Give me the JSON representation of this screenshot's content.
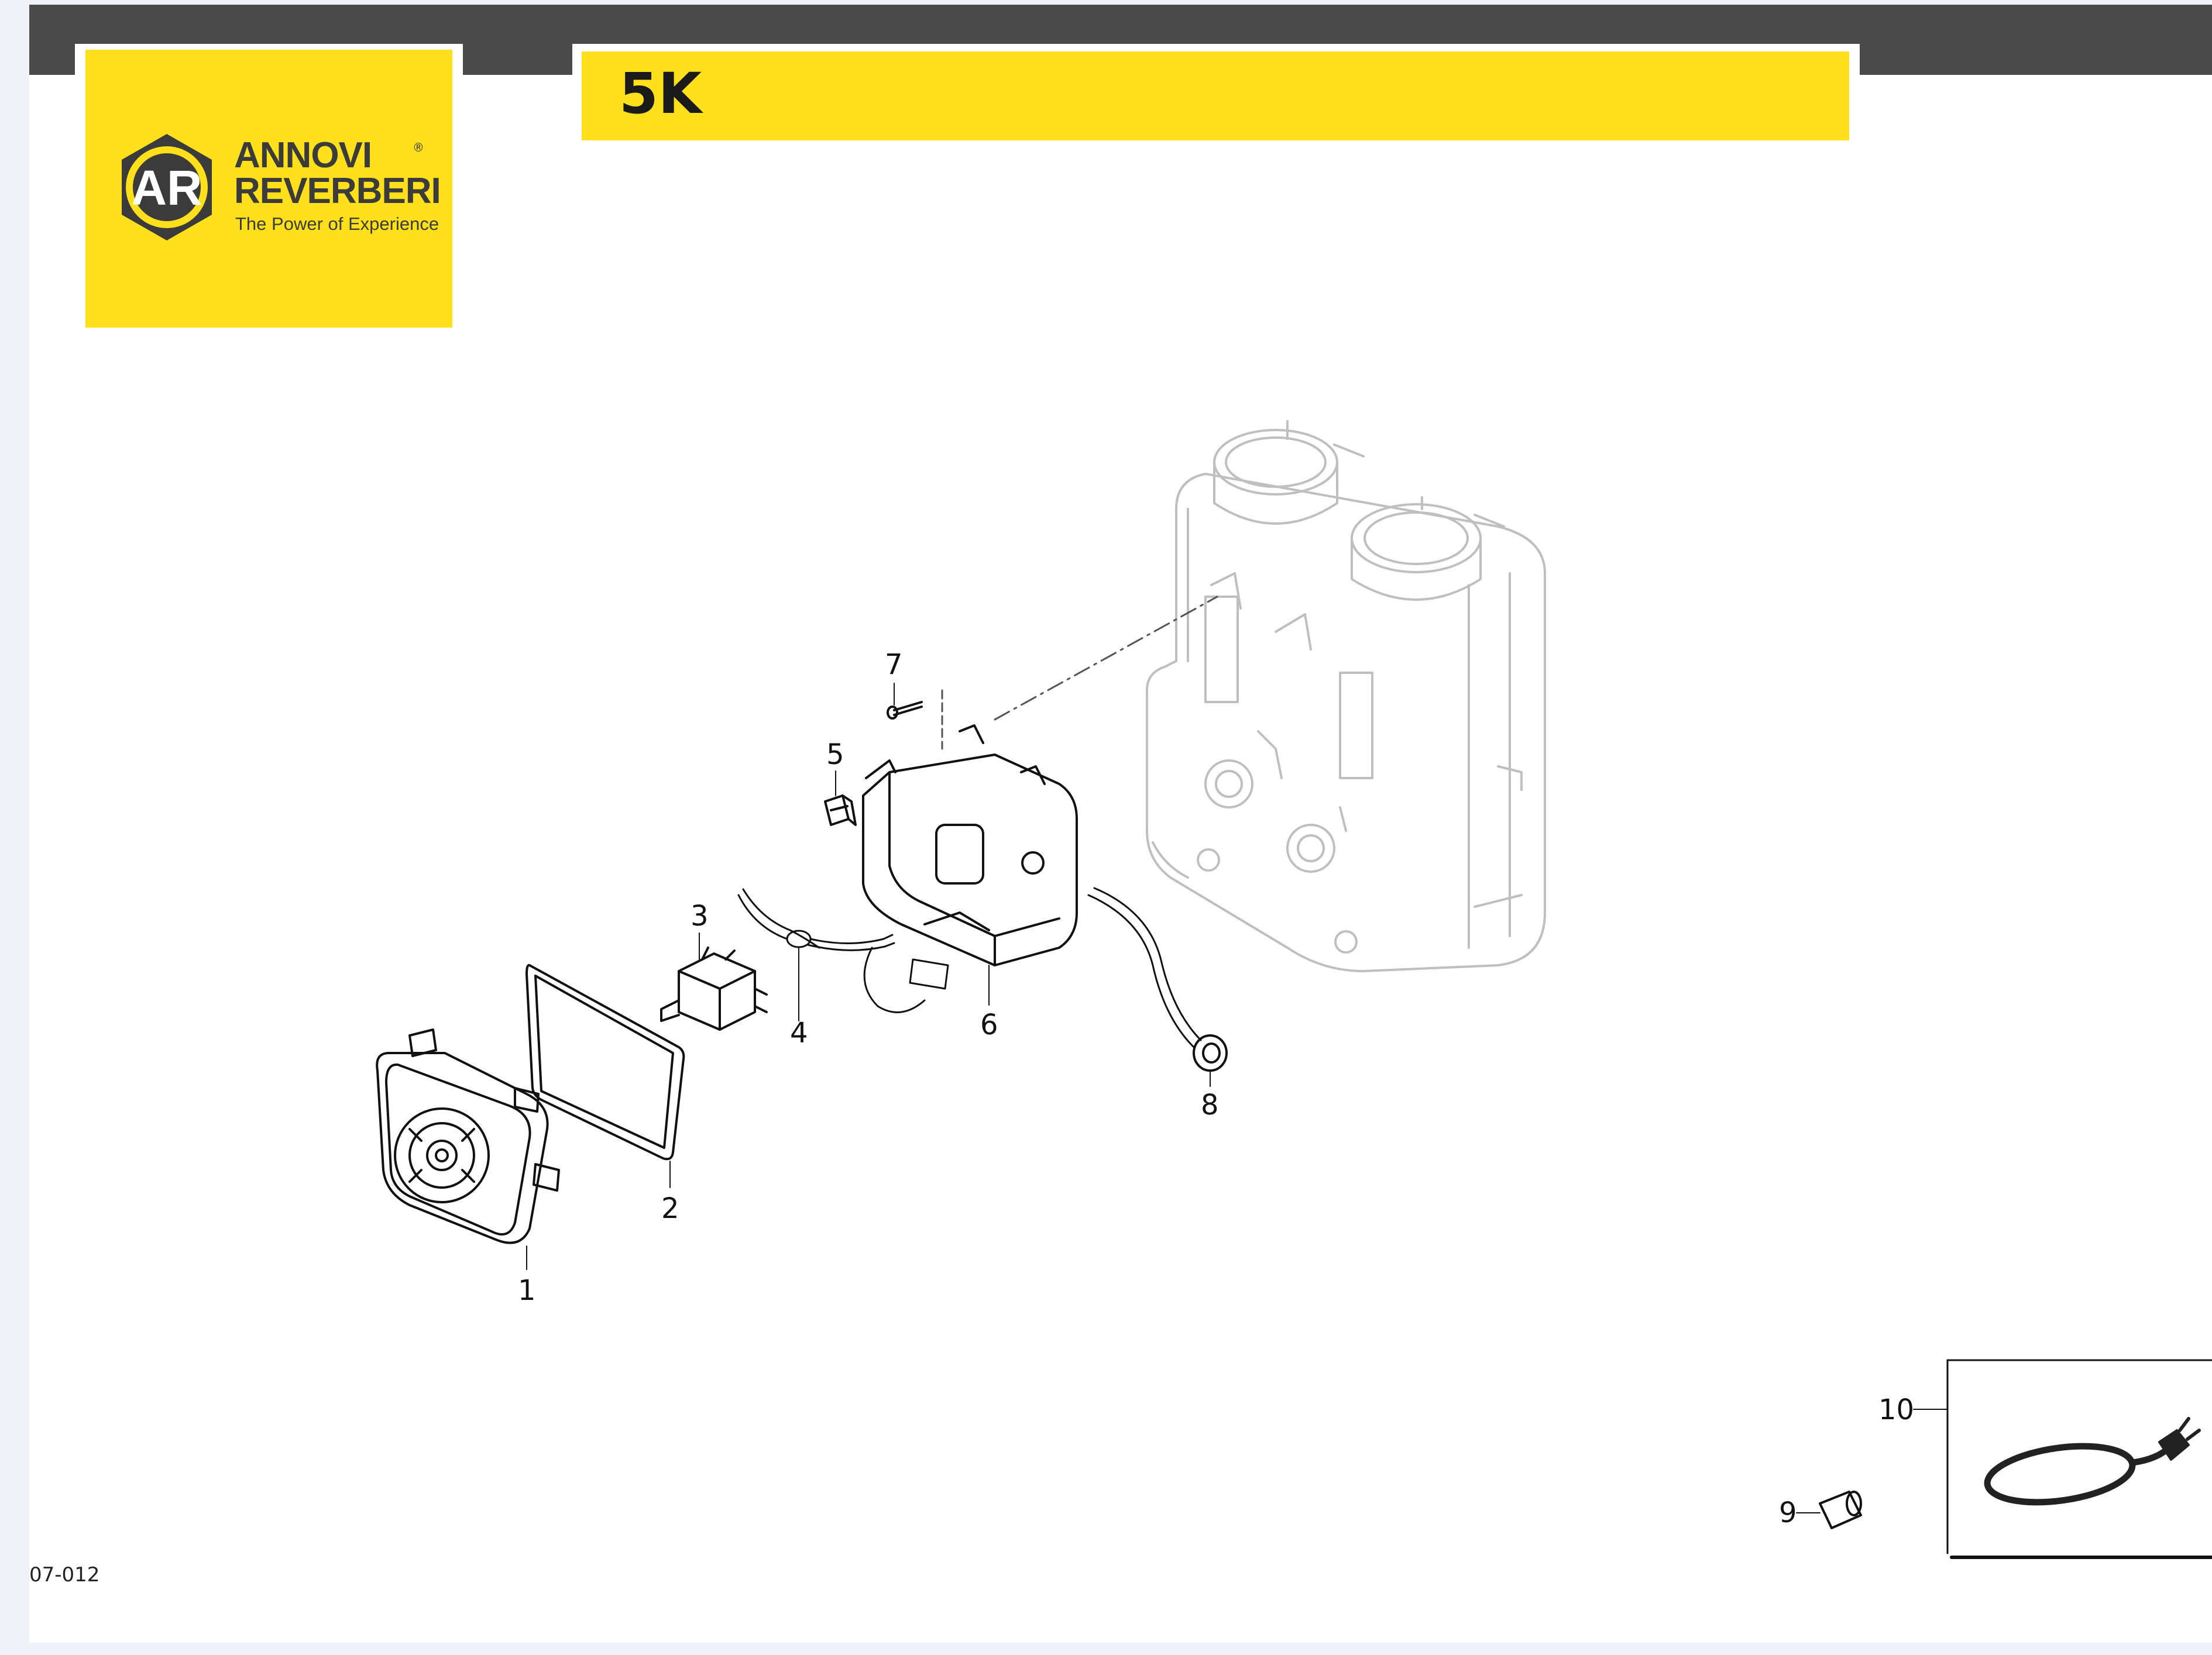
{
  "header": {
    "brand_line1": "ANNOVI",
    "brand_line2": "REVERBERI",
    "brand_tagline": "The Power of Experience",
    "brand_registered": "®",
    "logo_letters": "AR",
    "model_title": "5K"
  },
  "callouts": [
    {
      "id": "c1",
      "label": "1"
    },
    {
      "id": "c2",
      "label": "2"
    },
    {
      "id": "c3",
      "label": "3"
    },
    {
      "id": "c4",
      "label": "4"
    },
    {
      "id": "c5",
      "label": "5"
    },
    {
      "id": "c6",
      "label": "6"
    },
    {
      "id": "c7",
      "label": "7"
    },
    {
      "id": "c8",
      "label": "8"
    },
    {
      "id": "c9",
      "label": "9"
    },
    {
      "id": "c10",
      "label": "10"
    }
  ],
  "footer": {
    "drawing_code": "07-012"
  },
  "colors": {
    "brand_yellow": "#ffe01b",
    "header_gray": "#4a4a4a",
    "line_dark": "#111111",
    "line_light": "#bfbfbf"
  }
}
